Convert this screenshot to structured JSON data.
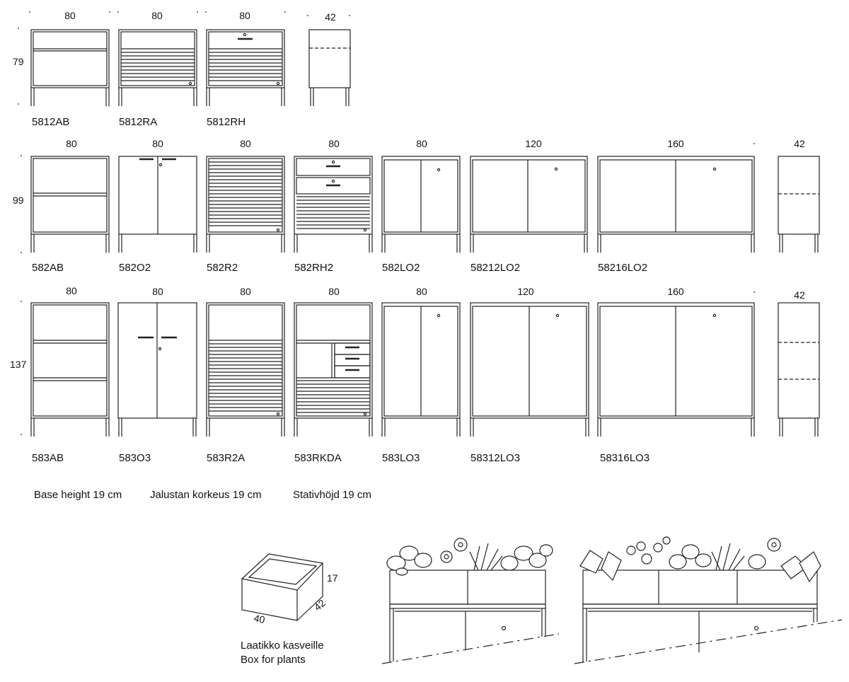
{
  "rows": [
    {
      "height_label": "79",
      "items": [
        {
          "code": "5812AB",
          "width": "80",
          "type": "shelf",
          "shelves": 1
        },
        {
          "code": "5812RA",
          "width": "80",
          "type": "tambour"
        },
        {
          "code": "5812RH",
          "width": "80",
          "type": "tambour-drawer"
        },
        {
          "code": "",
          "width": "42",
          "type": "side",
          "shelves": 1
        }
      ]
    },
    {
      "height_label": "99",
      "items": [
        {
          "code": "582AB",
          "width": "80",
          "type": "shelf",
          "shelves": 1
        },
        {
          "code": "582O2",
          "width": "80",
          "type": "double-door"
        },
        {
          "code": "582R2",
          "width": "80",
          "type": "tambour"
        },
        {
          "code": "582RH2",
          "width": "80",
          "type": "drawers-tambour"
        },
        {
          "code": "582LO2",
          "width": "80",
          "type": "sliding"
        },
        {
          "code": "58212LO2",
          "width": "120",
          "type": "sliding"
        },
        {
          "code": "58216LO2",
          "width": "160",
          "type": "sliding"
        },
        {
          "code": "",
          "width": "42",
          "type": "side",
          "shelves": 1
        }
      ]
    },
    {
      "height_label": "137",
      "items": [
        {
          "code": "583AB",
          "width": "80",
          "type": "shelf",
          "shelves": 2
        },
        {
          "code": "583O3",
          "width": "80",
          "type": "double-door"
        },
        {
          "code": "583R2A",
          "width": "80",
          "type": "tambour-open"
        },
        {
          "code": "583RKDA",
          "width": "80",
          "type": "combo"
        },
        {
          "code": "583LO3",
          "width": "80",
          "type": "sliding"
        },
        {
          "code": "58312LO3",
          "width": "120",
          "type": "sliding"
        },
        {
          "code": "58316LO3",
          "width": "160",
          "type": "sliding"
        },
        {
          "code": "",
          "width": "42",
          "type": "side",
          "shelves": 2
        }
      ]
    }
  ],
  "base_notes": [
    "Base height 19 cm",
    "Jalustan korkeus 19 cm",
    "Stativhöjd 19 cm"
  ],
  "plant_box": {
    "height": "17",
    "depth": "42",
    "width": "40",
    "label_fi": "Laatikko kasveille",
    "label_en": "Box for plants"
  }
}
